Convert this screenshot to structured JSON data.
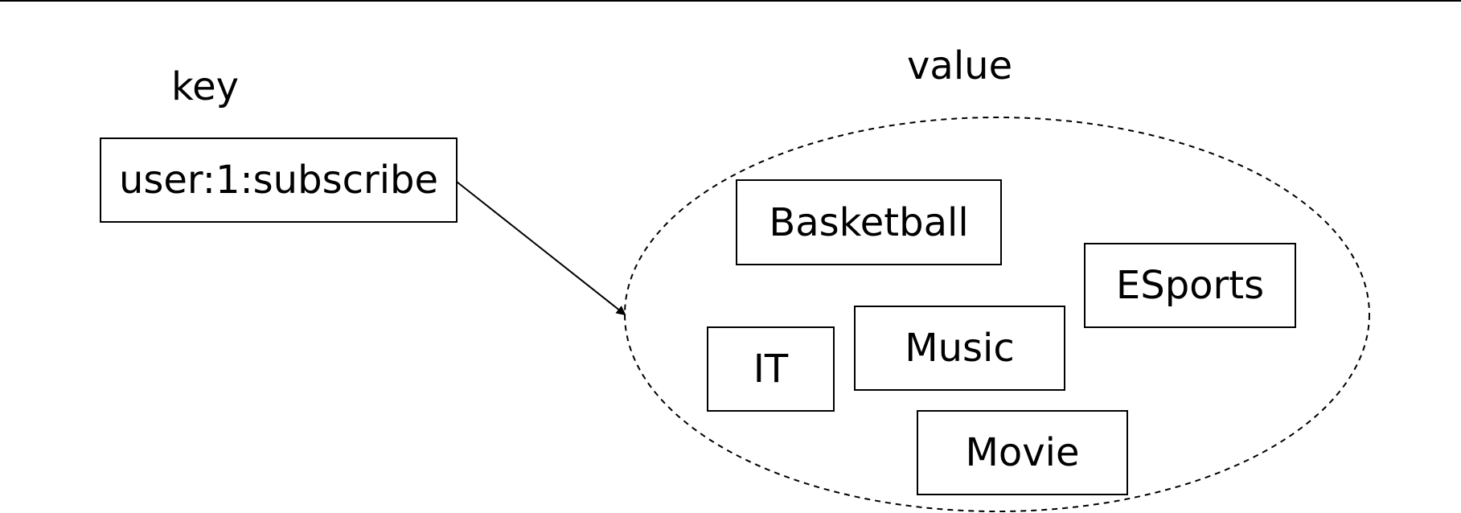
{
  "key": {
    "heading": "key",
    "name": "user:1:subscribe"
  },
  "value": {
    "heading": "value",
    "members": [
      "Basketball",
      "ESports",
      "Music",
      "IT",
      "Movie"
    ]
  },
  "colors": {
    "line": "#000000",
    "background": "#ffffff"
  }
}
